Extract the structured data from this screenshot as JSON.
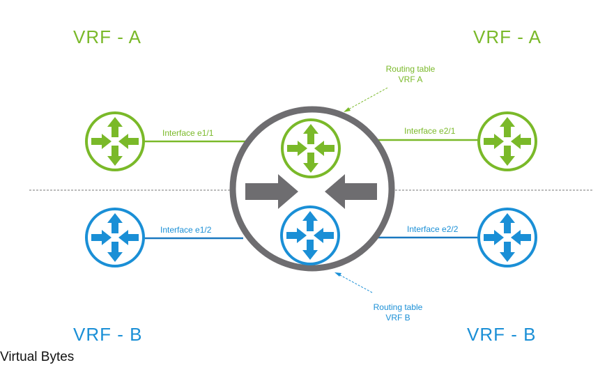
{
  "labels": {
    "vrf_a_left": "VRF - A",
    "vrf_a_right": "VRF - A",
    "vrf_b_left": "VRF - B",
    "vrf_b_right": "VRF - B",
    "if_e1_1": "Interface e1/1",
    "if_e2_1": "Interface e2/1",
    "if_e1_2": "Interface e1/2",
    "if_e2_2": "Interface e2/2",
    "rt_a_line1": "Routing table",
    "rt_a_line2": "VRF A",
    "rt_b_line1": "Routing table",
    "rt_b_line2": "VRF B"
  },
  "footer": {
    "credit": "Virtual Bytes"
  },
  "colors": {
    "vrf_a": "#7ab929",
    "vrf_b": "#1a8fd6",
    "device": "#6e6d70",
    "divider": "#777777"
  },
  "icons": {
    "router": "router-arrows-icon",
    "merge": "merge-arrows-icon"
  }
}
